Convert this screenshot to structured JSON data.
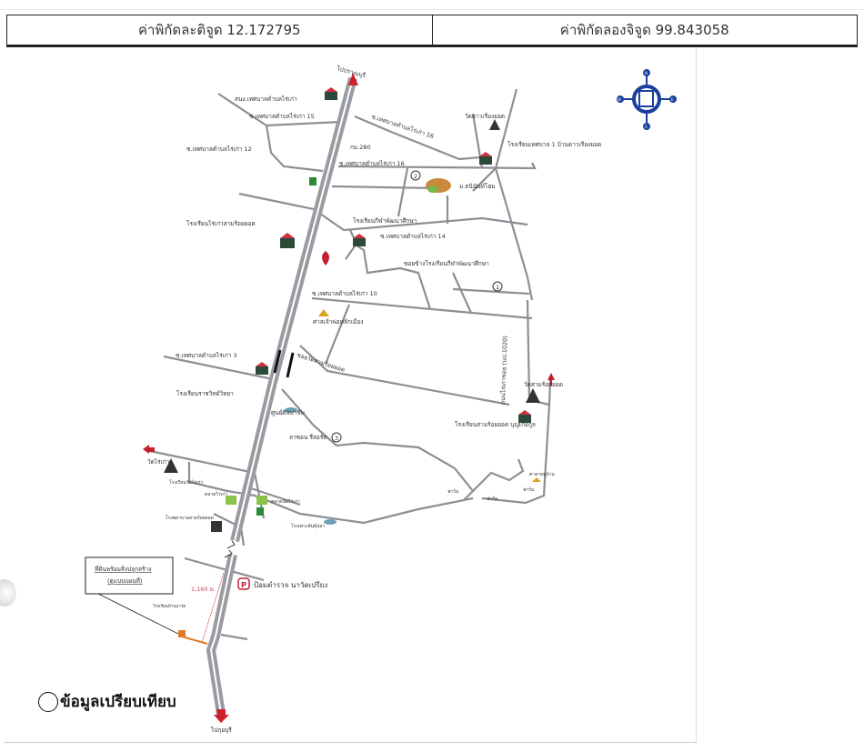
{
  "header": {
    "latitude_label": "ค่าพิกัดละติจูด 12.172795",
    "longitude_label": "ค่าพิกัดลองจิจูด 99.843058"
  },
  "map": {
    "to_north": "ไปปราณบุรี",
    "to_south": "ไปกุยบุรี",
    "km_marker": "กม.280",
    "distance": "1,160 ม.",
    "subject_box": [
      "ที่ดินพร้อมสิ่งปลูกสร้าง",
      "(ดูแบบแผนที่)"
    ],
    "roads": {
      "soi15": "ซ.เทศบาลตำบลไร่เก่า 15",
      "soi16a": "ซ.เทศบาลตำบลไร่เก่า 16",
      "soi12": "ซ.เทศบาลตำบลไร่เก่า 12",
      "soi16b": "ซ.เทศบาลตำบลไร่เก่า 16",
      "soi14": "ซ.เทศบาลตำบลไร่เก่า 14",
      "soi_school": "ซอยข้างโรงเรียนกีฬาพัฒนาศึกษา",
      "soi10": "ซ.เทศบาลตำบลไร่เก่า 10",
      "soi3": "ซ.เทศบาลตำบลไร่เก่า 3",
      "soi_wat": "ซอยวัดสามร้อยยอด",
      "np1020": "ถนนไร่เก่าซอย (นป.1020)"
    },
    "places": {
      "municipal_office": "สนง.เทศบาลตำบลไร่เก่า",
      "wat_daoruang": "วัดดาวเรืองยอด",
      "school_municipal1": "โรงเรียนเทศบาล 1 บ้านดาวเรืองยอด",
      "village": "ม.ธนินันท์โฮม",
      "school_raikao": "โรงเรียนไร่เก่าสามร้อยยอด",
      "school_kila": "โรงเรียนกีฬาพัฒนาศึกษา",
      "shrine": "ศาลเจ้าพ่อหลักเมือง",
      "school_ratchawit": "โรงเรียนราชวิทย์วิทยา",
      "wat_samroiyot": "วัดสามร้อยยอด",
      "school_samroiyot": "โรงเรียนสามร้อยยอด บุญเกื้อกูล",
      "craft_center": "ศูนย์ศิลปาชีพ",
      "resort": "ลาซอน รีสอร์ท",
      "wat_raikao": "วัดไร่เก่า",
      "school_small": "โรงเรียนวัดไร่เก่า",
      "market": "ตลาดไร่เก่า",
      "shop": "ตลาดนัดไร่เก่า",
      "hospital": "โรงพยาบาลสามร้อยยอด",
      "fishery": "โรงเพาะพันธุ์ปลา",
      "police": "ป้อมตำรวจ นาวัดเปรียง",
      "school_south": "โรงเรียนบ้านนาวัด",
      "farm1": "ฟาร์ม",
      "farm2": "ฟาร์ม",
      "farm3": "ฟาร์ม",
      "pavilion": "ศาลาหมู่บ้าน"
    },
    "markers": [
      "1",
      "2",
      "3"
    ],
    "compass": [
      "N",
      "E",
      "S",
      "W"
    ]
  },
  "legend": {
    "label": "ข้อมูลเปรียบเทียบ"
  },
  "colors": {
    "road": "#9a9aa2",
    "arrow": "#d0202a",
    "compass": "#1a3f9c",
    "subject": "#e07b2a"
  }
}
